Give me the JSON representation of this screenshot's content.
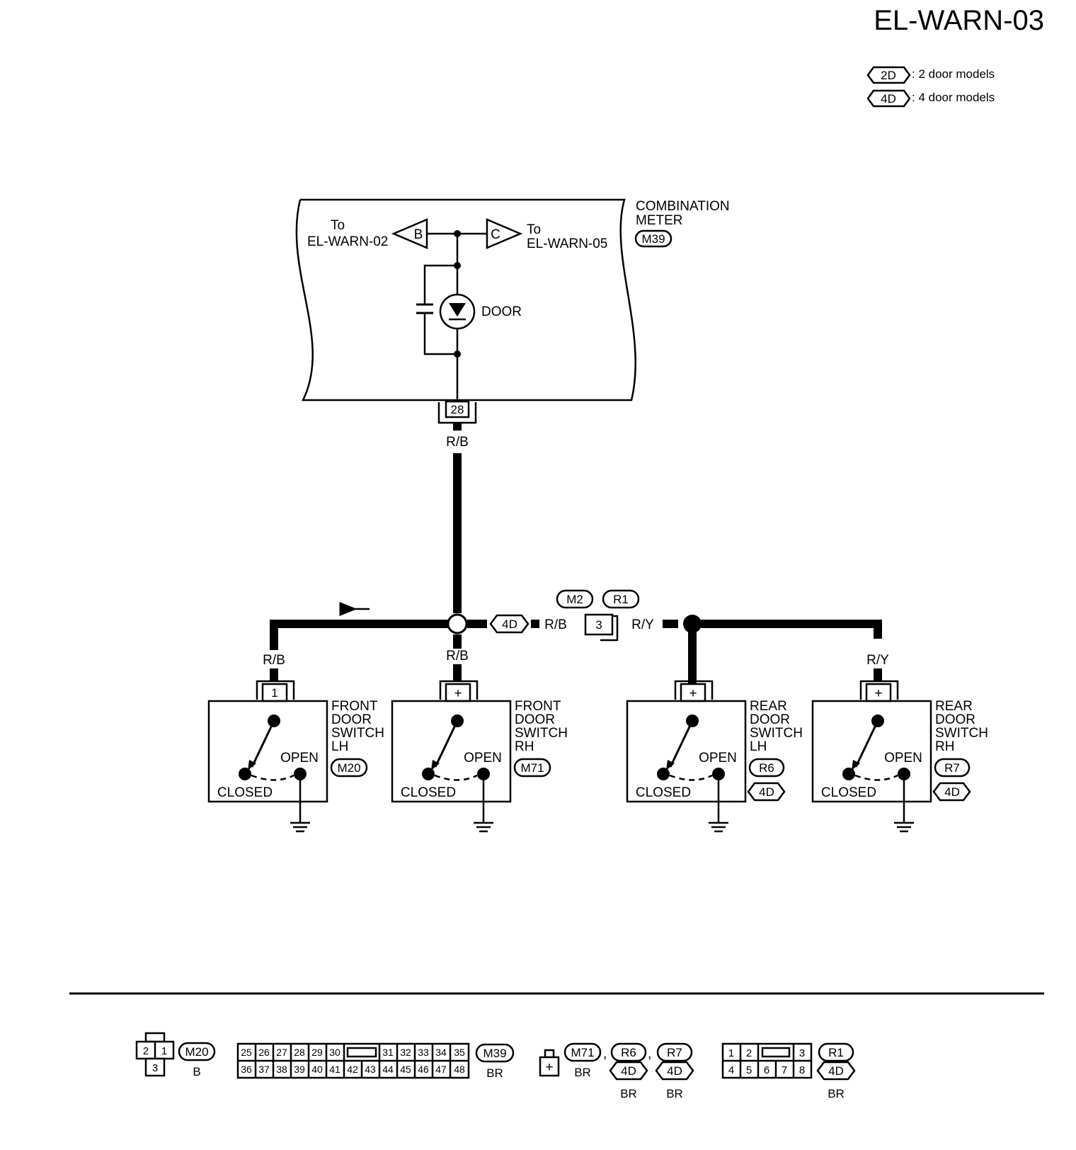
{
  "header": {
    "page_code": "EL-WARN-03"
  },
  "legend": [
    {
      "badge": "2D",
      "text": ": 2 door models"
    },
    {
      "badge": "4D",
      "text": ": 4 door models"
    }
  ],
  "meter": {
    "name_line1": "COMBINATION",
    "name_line2": "METER",
    "connector": "M39",
    "terminal": "28",
    "door_label": "DOOR",
    "left_ref": {
      "to": "To",
      "target": "EL-WARN-02",
      "letter": "B"
    },
    "right_ref": {
      "to": "To",
      "target": "EL-WARN-05",
      "letter": "C"
    }
  },
  "joint": {
    "connector_1": "M2",
    "connector_2": "R1",
    "terminal": "3",
    "model_badge": "4D"
  },
  "wires": {
    "main": "R/B",
    "front_lh": "R/B",
    "front_rh": "R/B",
    "joint_in": "R/B",
    "joint_out": "R/Y",
    "rear_rh": "R/Y"
  },
  "switches": [
    {
      "line1": "FRONT",
      "line2": "DOOR",
      "line3": "SWITCH",
      "line4": "LH",
      "connector": "M20",
      "terminal": "1",
      "model": "",
      "open": "OPEN",
      "closed": "CLOSED"
    },
    {
      "line1": "FRONT",
      "line2": "DOOR",
      "line3": "SWITCH",
      "line4": "RH",
      "connector": "M71",
      "terminal": "+",
      "model": "",
      "open": "OPEN",
      "closed": "CLOSED"
    },
    {
      "line1": "REAR",
      "line2": "DOOR",
      "line3": "SWITCH",
      "line4": "LH",
      "connector": "R6",
      "terminal": "+",
      "model": "4D",
      "open": "OPEN",
      "closed": "CLOSED"
    },
    {
      "line1": "REAR",
      "line2": "DOOR",
      "line3": "SWITCH",
      "line4": "RH",
      "connector": "R7",
      "terminal": "+",
      "model": "4D",
      "open": "OPEN",
      "closed": "CLOSED"
    }
  ],
  "connector_views": {
    "m20": {
      "pins": [
        "2",
        "1",
        "3"
      ],
      "code": "M20",
      "color": "B"
    },
    "m39": {
      "row1": [
        "25",
        "26",
        "27",
        "28",
        "29",
        "30",
        "31",
        "32",
        "33",
        "34",
        "35"
      ],
      "row2": [
        "36",
        "37",
        "38",
        "39",
        "40",
        "41",
        "42",
        "43",
        "44",
        "45",
        "46",
        "47",
        "48"
      ],
      "code": "M39",
      "color": "BR"
    },
    "switch_group": {
      "pin": "+",
      "items": [
        {
          "code": "M71",
          "sep": ",",
          "model": "",
          "color": "BR"
        },
        {
          "code": "R6",
          "sep": ",",
          "model": "4D",
          "color": "BR"
        },
        {
          "code": "R7",
          "sep": "",
          "model": "4D",
          "color": "BR"
        }
      ]
    },
    "r1": {
      "row1": [
        "1",
        "2",
        "3"
      ],
      "row2": [
        "4",
        "5",
        "6",
        "7",
        "8"
      ],
      "code": "R1",
      "model": "4D",
      "color": "BR"
    }
  }
}
